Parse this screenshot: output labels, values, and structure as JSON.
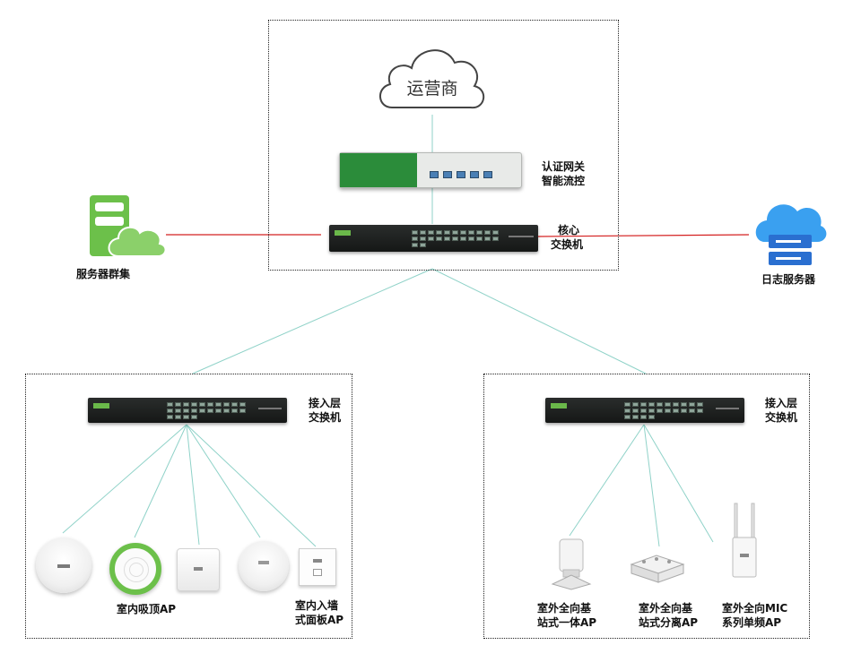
{
  "cloud": {
    "label": "运营商"
  },
  "gateway": {
    "label_line1": "认证网关",
    "label_line2": "智能流控"
  },
  "core_switch": {
    "label_line1": "核心",
    "label_line2": "交换机"
  },
  "server_cluster": {
    "label": "服务器群集",
    "color": "#6cc04a"
  },
  "log_server": {
    "label": "日志服务器",
    "color": "#2f8ee8"
  },
  "access_left": {
    "label_line1": "接入层",
    "label_line2": "交换机",
    "indoor_ceiling_label": "室内吸顶AP",
    "indoor_wall_label_line1": "室内入墙",
    "indoor_wall_label_line2": "式面板AP"
  },
  "access_right": {
    "label_line1": "接入层",
    "label_line2": "交换机",
    "ap1_line1": "室外全向基",
    "ap1_line2": "站式一体AP",
    "ap2_line1": "室外全向基",
    "ap2_line2": "站式分离AP",
    "ap3_line1": "室外全向MIC",
    "ap3_line2": "系列单频AP"
  },
  "colors": {
    "link_red": "#d42020",
    "link_teal": "#8fd2c8",
    "brand_green": "#6cc04a",
    "log_blue": "#2f8ee8"
  }
}
